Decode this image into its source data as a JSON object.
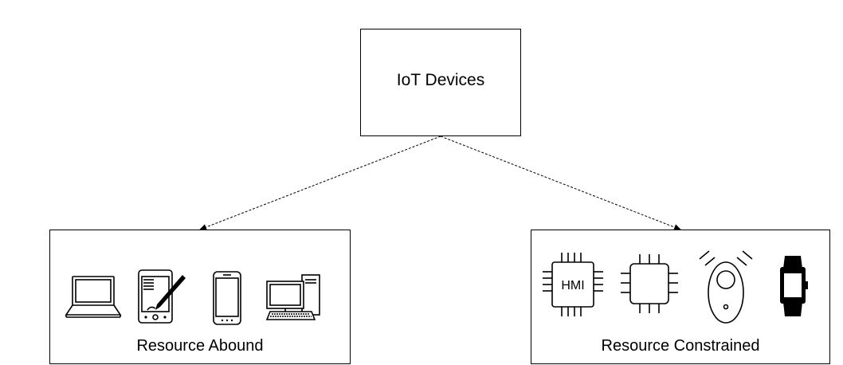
{
  "root": {
    "label": "IoT Devices"
  },
  "groups": [
    {
      "label": "Resource Abound",
      "icons": [
        "laptop-icon",
        "tablet-with-stylus-icon",
        "smartphone-icon",
        "desktop-computer-icon"
      ]
    },
    {
      "label": "Resource Constrained",
      "icons": [
        "hmi-chip-icon",
        "microchip-icon",
        "wireless-sensor-tag-icon",
        "smartwatch-icon"
      ]
    }
  ],
  "chip_label": "HMI",
  "edges": [
    {
      "from": "IoT Devices",
      "to": "Resource Abound",
      "style": "dashed"
    },
    {
      "from": "IoT Devices",
      "to": "Resource Constrained",
      "style": "dashed"
    }
  ]
}
